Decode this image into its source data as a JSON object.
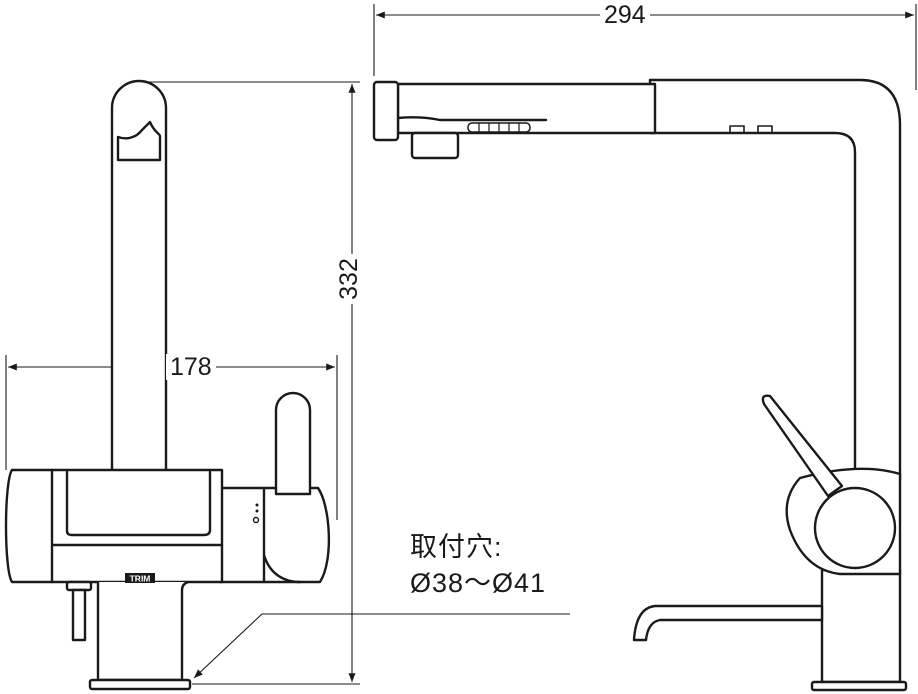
{
  "dimensions": {
    "overall_width": "294",
    "overall_height": "332",
    "side_depth": "178"
  },
  "mounting_hole": {
    "label": "取付穴:",
    "range": "Ø38〜Ø41"
  },
  "logo": {
    "text": "TRIM"
  },
  "colors": {
    "line": "#1a1a1a",
    "background": "#ffffff"
  }
}
